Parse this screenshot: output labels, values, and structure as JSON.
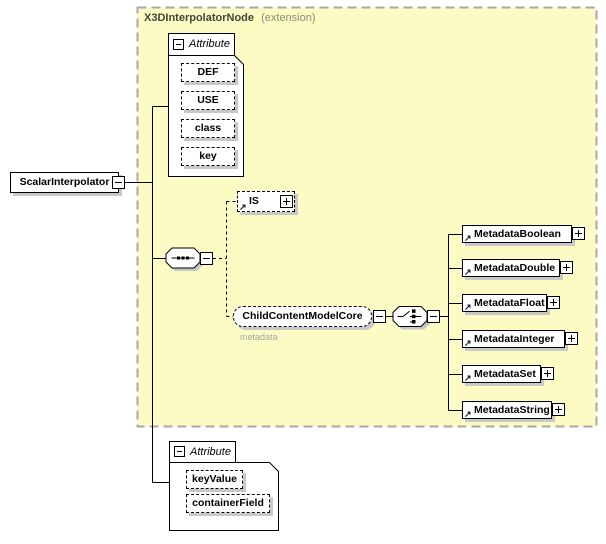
{
  "header": {
    "title": "X3DInterpolatorNode",
    "suffix": "(extension)"
  },
  "root_element": {
    "label": "ScalarInterpolator"
  },
  "attribute_group_top": {
    "label": "Attribute",
    "items": [
      "DEF",
      "USE",
      "class",
      "key"
    ]
  },
  "is_element": {
    "label": "IS"
  },
  "child_content_model": {
    "label": "ChildContentModelCore",
    "annotation": "metadata"
  },
  "metadata_elements": {
    "items": [
      "MetadataBoolean",
      "MetadataDouble",
      "MetadataFloat",
      "MetadataInteger",
      "MetadataSet",
      "MetadataString"
    ]
  },
  "attribute_group_bottom": {
    "label": "Attribute",
    "items": [
      "keyValue",
      "containerField"
    ]
  },
  "icons": {
    "reference_arrow": "↗"
  },
  "colors": {
    "extension_fill": "#fbfbc3",
    "extension_border": "#a8a8a8",
    "element_border": "#000000",
    "shadow": "#c8c8c8",
    "annotation_text": "#a8a8a8",
    "header_title": "#45453a",
    "header_suffix": "#8d8d78"
  }
}
